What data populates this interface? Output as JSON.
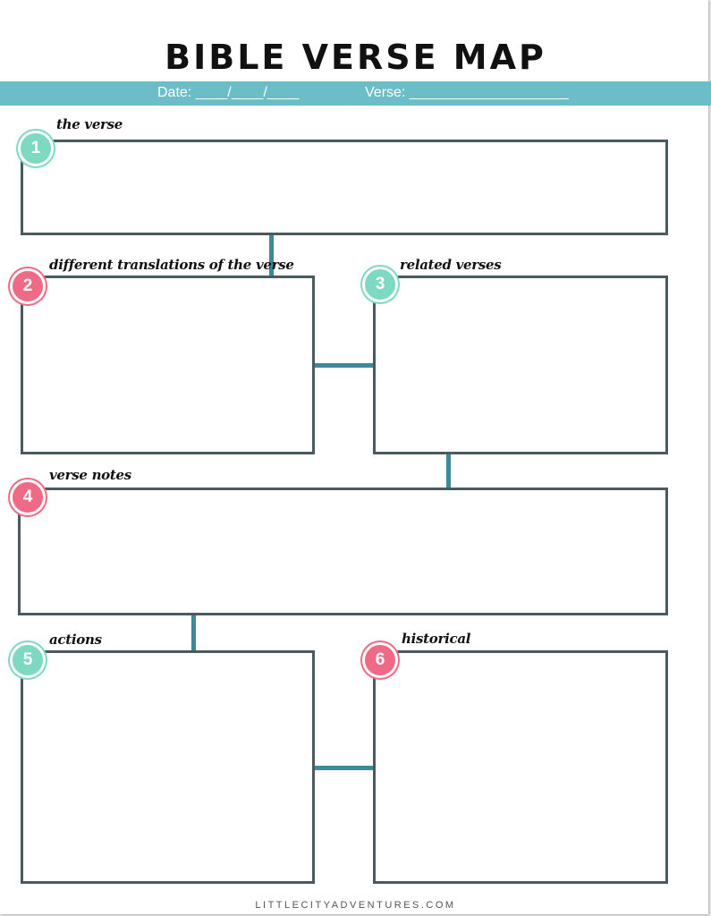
{
  "title": "BIBLE VERSE MAP",
  "header": {
    "date_label": "Date: ____/____/____",
    "verse_label": "Verse: ____________________"
  },
  "sections": [
    {
      "number": "1",
      "label": "the verse",
      "color": "#7dd9c1"
    },
    {
      "number": "2",
      "label": "different translations of the verse",
      "color": "#ee6a85"
    },
    {
      "number": "3",
      "label": "related verses",
      "color": "#7dd9c1"
    },
    {
      "number": "4",
      "label": "verse notes",
      "color": "#ee6a85"
    },
    {
      "number": "5",
      "label": "actions",
      "color": "#7dd9c1"
    },
    {
      "number": "6",
      "label": "historical",
      "color": "#ee6a85"
    }
  ],
  "footer": "LITTLECITYADVENTURES.COM",
  "colors": {
    "band": "#6bbdc8",
    "connector": "#3c8a95",
    "box_border": "#4a5a5e"
  }
}
